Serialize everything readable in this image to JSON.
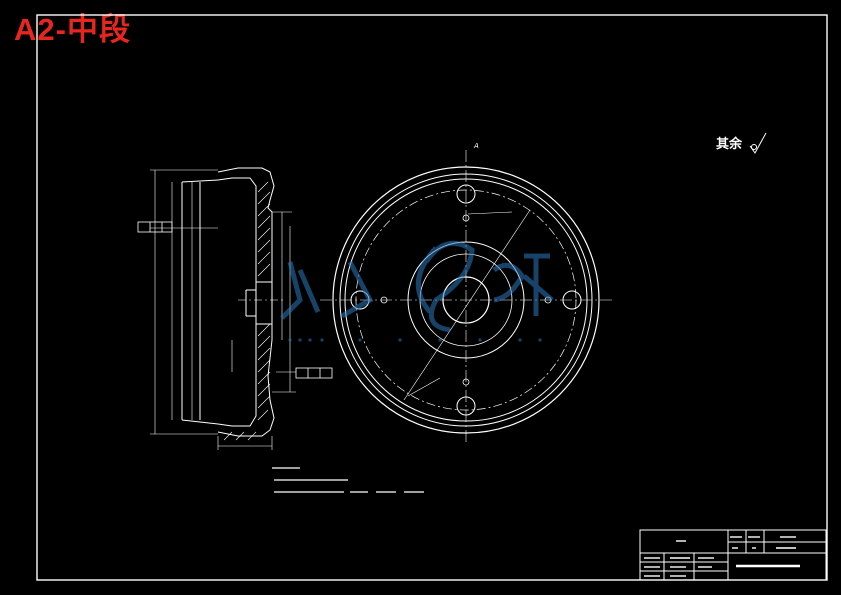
{
  "stamp": {
    "text": "A2-中段",
    "color": "#e8251f"
  },
  "notes": {
    "surface_finish": "其余",
    "view_label": "A"
  },
  "colors": {
    "background": "#000000",
    "lines": "#ffffff",
    "watermark": "#2a7ac0"
  },
  "icons": [
    "roughness-symbol-icon",
    "watermark-logo-icon"
  ]
}
